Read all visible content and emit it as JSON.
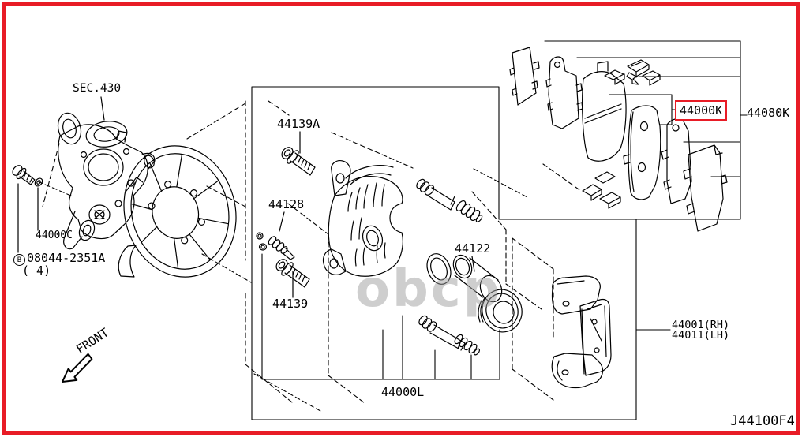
{
  "diagram": {
    "section_ref": "SEC.430",
    "drawing_code": "J44100F4",
    "front_label": "FRONT",
    "watermark": "obcp",
    "colors": {
      "accent_red": "#e81c26",
      "line_black": "#000000",
      "watermark_gray": "#9f9f9f"
    },
    "labels": {
      "knuckle_bolt": "44000C",
      "bolt_spec_prefix": "B",
      "bolt_spec": "08044-2351A",
      "bolt_spec_qty": "( 4)",
      "pin_bolt_a": "44139A",
      "bleeder": "44128",
      "pin_bolt": "44139",
      "piston": "44122",
      "seal_kit": "44000L",
      "pad_set": "44000K",
      "pad_kit": "44080K",
      "torque_member_rh": "44001(RH)",
      "torque_member_lh": "44011(LH)"
    }
  }
}
